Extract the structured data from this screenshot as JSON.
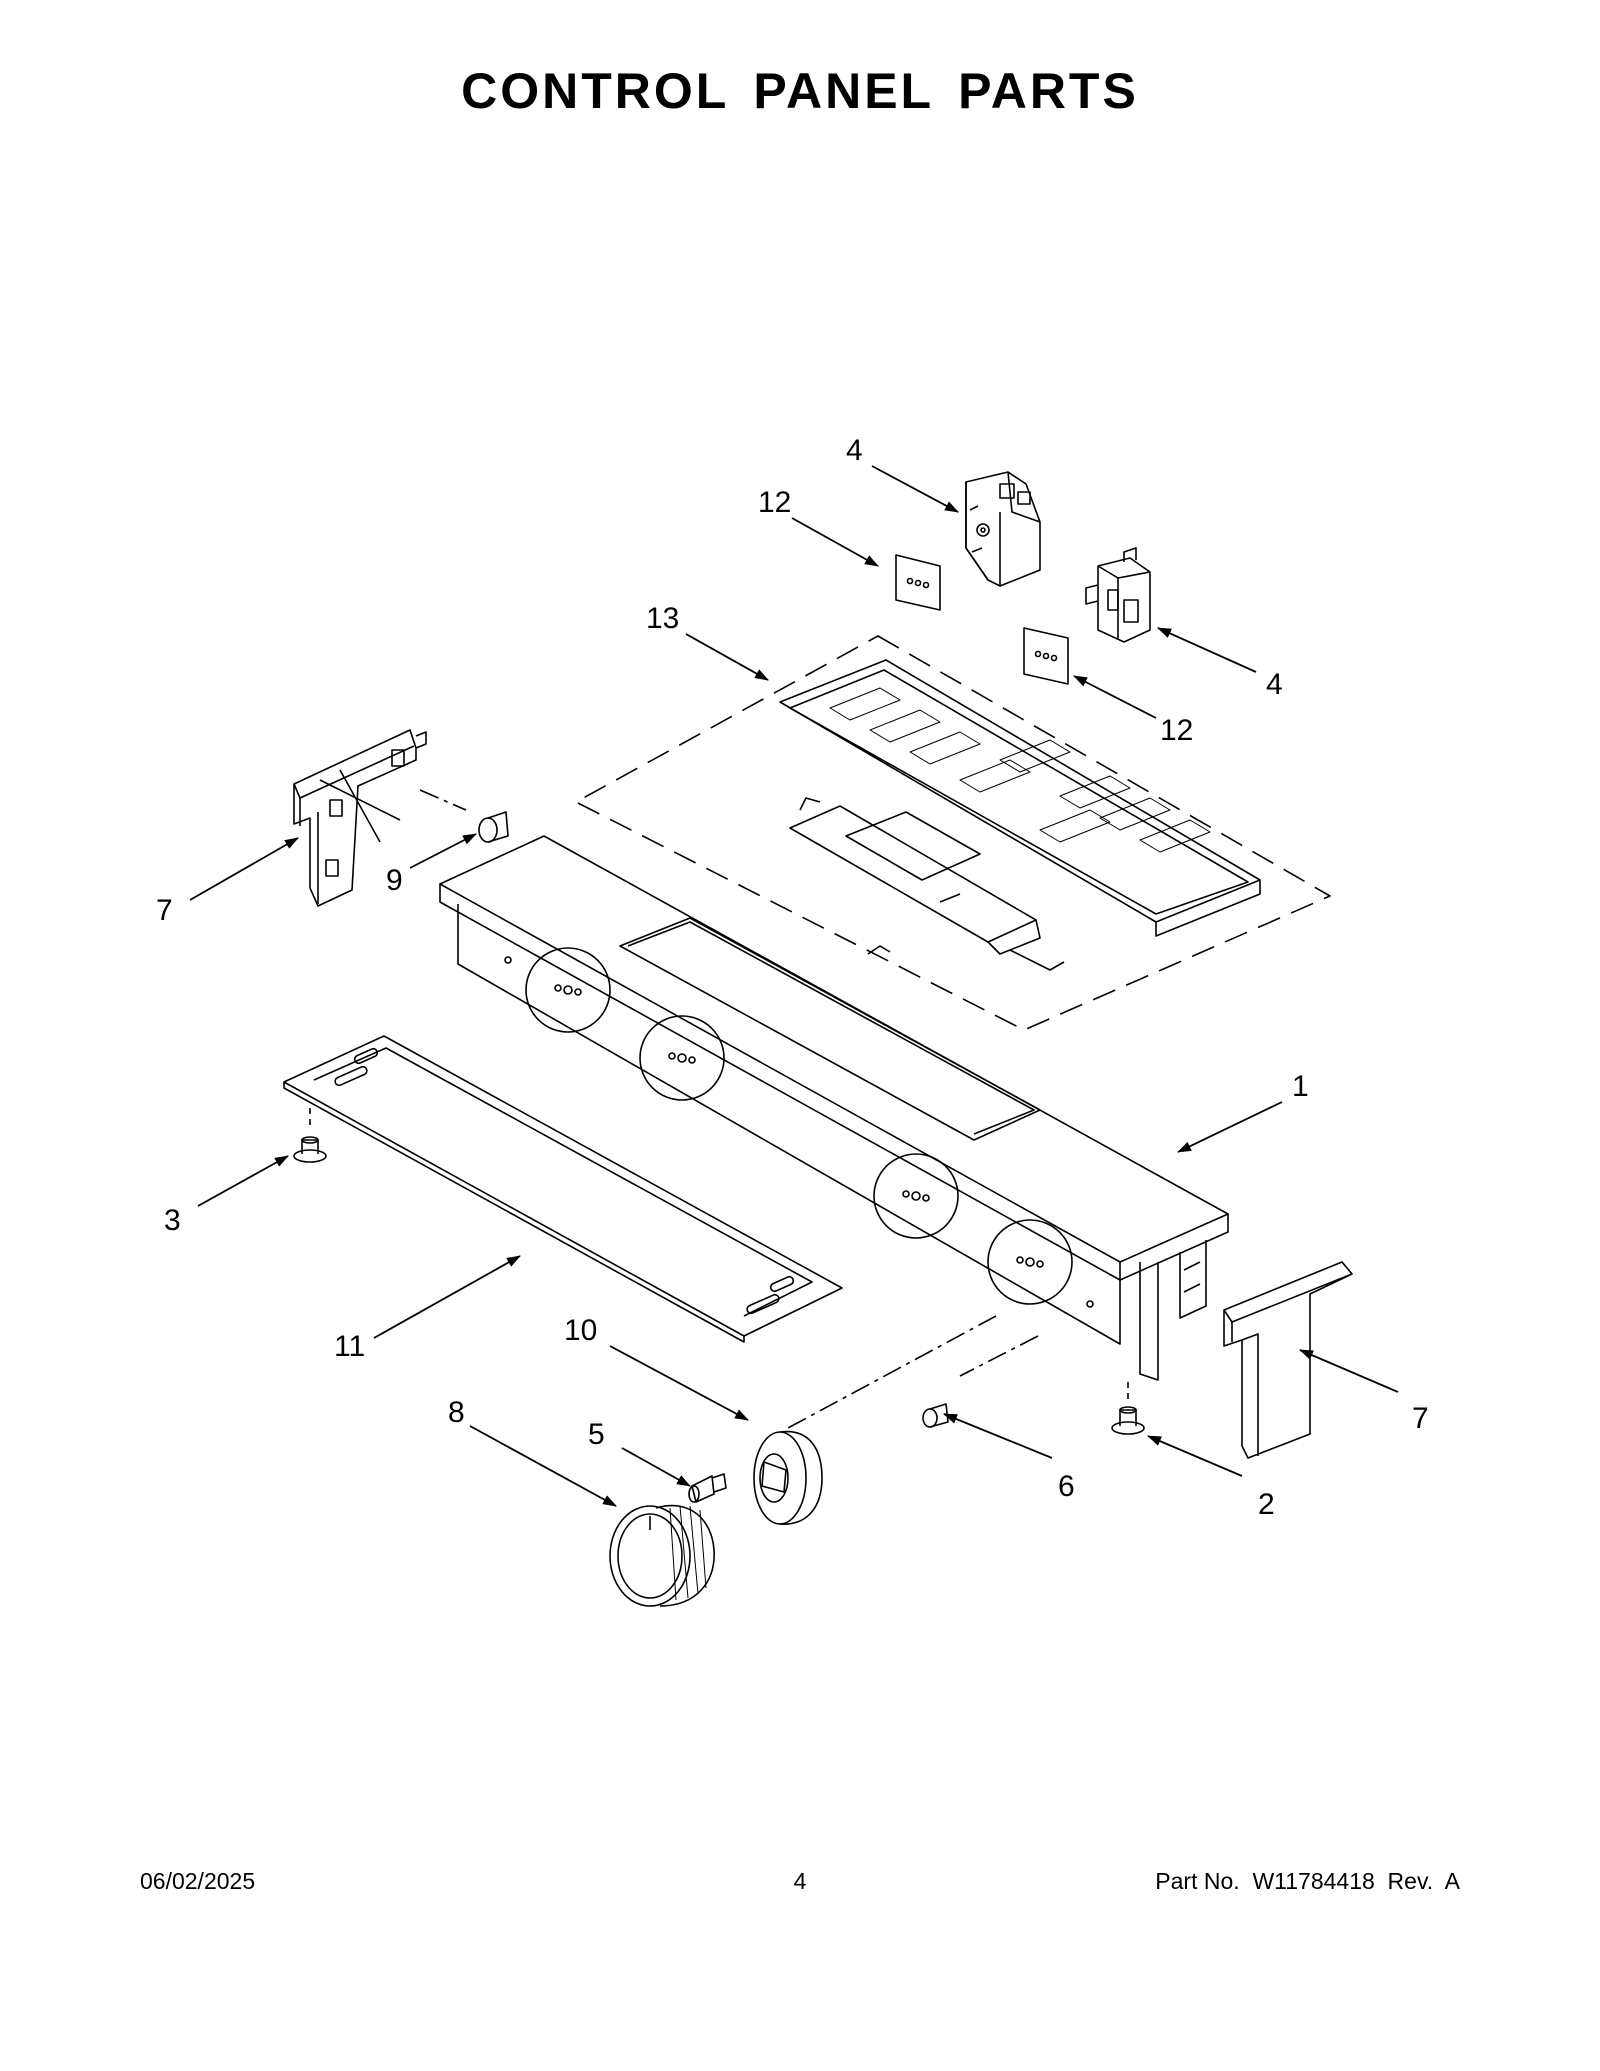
{
  "page": {
    "title": "CONTROL PANEL PARTS",
    "footer": {
      "date": "06/02/2025",
      "page_number": "4",
      "part_info": "Part No.  W11784418  Rev.  A"
    }
  },
  "callouts": [
    {
      "id": "c-4a",
      "label": "4"
    },
    {
      "id": "c-12a",
      "label": "12"
    },
    {
      "id": "c-13",
      "label": "13"
    },
    {
      "id": "c-4b",
      "label": "4"
    },
    {
      "id": "c-12b",
      "label": "12"
    },
    {
      "id": "c-7a",
      "label": "7"
    },
    {
      "id": "c-9",
      "label": "9"
    },
    {
      "id": "c-1",
      "label": "1"
    },
    {
      "id": "c-3",
      "label": "3"
    },
    {
      "id": "c-11",
      "label": "11"
    },
    {
      "id": "c-10",
      "label": "10"
    },
    {
      "id": "c-8",
      "label": "8"
    },
    {
      "id": "c-5",
      "label": "5"
    },
    {
      "id": "c-6",
      "label": "6"
    },
    {
      "id": "c-2",
      "label": "2"
    },
    {
      "id": "c-7b",
      "label": "7"
    }
  ]
}
